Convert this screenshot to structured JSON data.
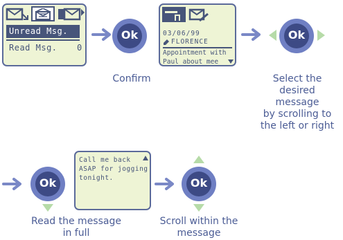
{
  "screen1": {
    "menu_items": [
      "Unread Msg.",
      "Read Msg."
    ],
    "menu_item2_suffix": "0",
    "icons": [
      "envelope-arrow-icon",
      "envelope-open-icon",
      "envelope-arrow-right-icon"
    ]
  },
  "screen2": {
    "date": "03/06/99",
    "sender": "FLORENCE",
    "body_line1": "Appointment with",
    "body_line2": "Paul about mee"
  },
  "screen3": {
    "lines": [
      "Call me back",
      "ASAP for jogging",
      "tonight."
    ]
  },
  "ok_label": "Ok",
  "captions": {
    "confirm": "Confirm",
    "select": [
      "Select the",
      "desired message",
      "by scrolling to",
      "the left or right"
    ],
    "read_full": [
      "Read the message",
      "in full"
    ],
    "scroll_within": [
      "Scroll within the",
      "message"
    ]
  },
  "colors": {
    "screen_bg": "#eef4d5",
    "screen_border": "#5b6a9a",
    "ok_outer": "#6f7fc3",
    "ok_inner": "#3d4a85",
    "arrow_blue": "#7a88c6",
    "arrow_green": "#b6dba8",
    "caption": "#4b5c95"
  }
}
